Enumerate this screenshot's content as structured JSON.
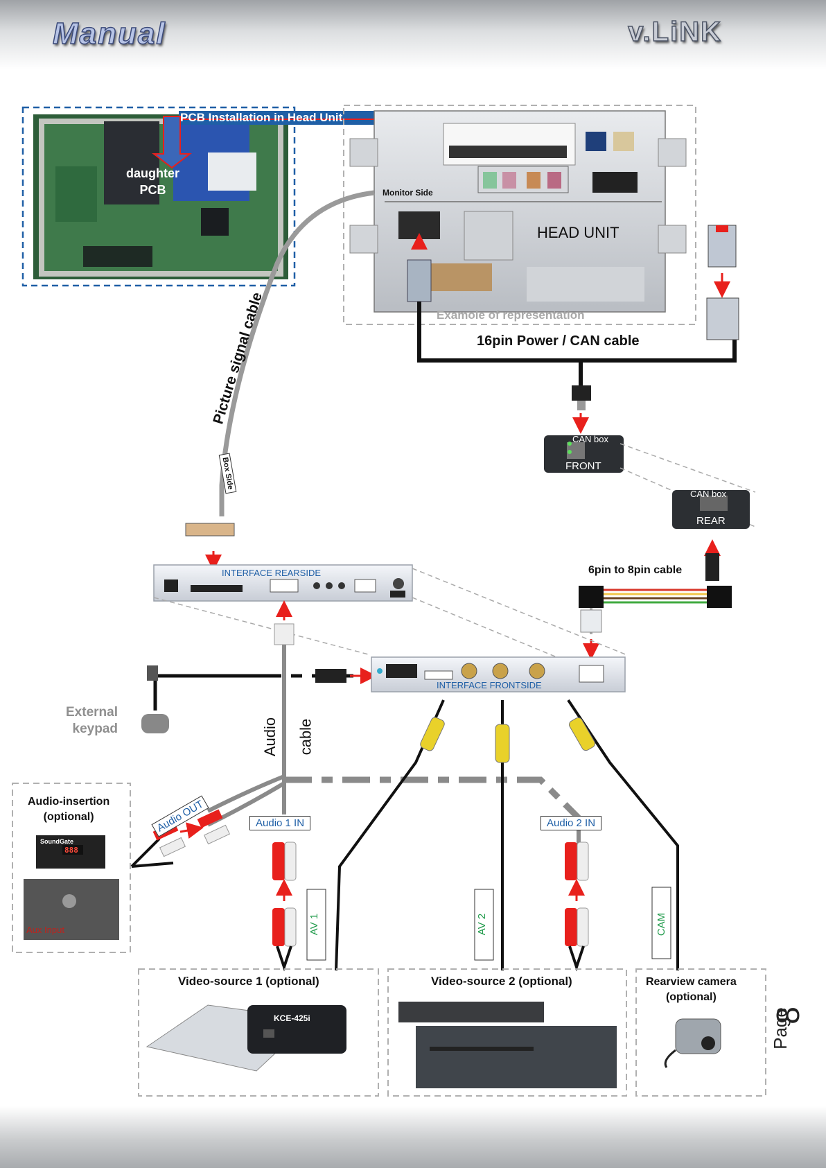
{
  "header": {
    "left_brand": "Manual",
    "right_brand": "v.LiNK"
  },
  "labels": {
    "pcb_installation": "PCB Installation in Head Unit",
    "daughter_pcb": "daughter\nPCB",
    "monitor_side": "Monitor Side",
    "head_unit": "HEAD UNIT",
    "example_representation": "Examole of representation",
    "power_can_cable": "16pin Power / CAN cable",
    "picture_signal_cable": "Picture signal cable",
    "box_side": "Box Side",
    "can_box_front_title": "CAN box",
    "can_box_front_sub": "FRONT",
    "can_box_rear_title": "CAN box",
    "can_box_rear_sub": "REAR",
    "six_to_eight_cable": "6pin to 8pin cable",
    "interface_rearside": "INTERFACE  REARSIDE",
    "interface_frontside": "INTERFACE  FRONTSIDE",
    "external_keypad": "External\nkeypad",
    "audio_cable_1": "Audio",
    "audio_cable_2": "cable",
    "audio_insertion": "Audio-insertion\n(optional)",
    "audio_out": "Audio OUT",
    "aux_input": "Aux Input",
    "audio_1_in": "Audio 1 IN",
    "audio_2_in": "Audio 2 IN",
    "av1": "AV 1",
    "av2": "AV 2",
    "cam": "CAM",
    "video_source_1": "Video-source 1 (optional)",
    "video_source_2": "Video-source 2 (optional)",
    "rearview_camera": "Rearview camera\n(optional)"
  },
  "product_text": {
    "kce": "KCE-425i",
    "soundgate": "SoundGate",
    "display": "888"
  },
  "page": {
    "word": "Page",
    "number": "8"
  },
  "colors": {
    "arrow": "#e8201c",
    "pcb_box": "#1f5fa6",
    "label_blue": "#1f5fa6",
    "label_green": "#1f9a4a",
    "cable": "#111111",
    "grey_cable": "#8a8a8a"
  }
}
